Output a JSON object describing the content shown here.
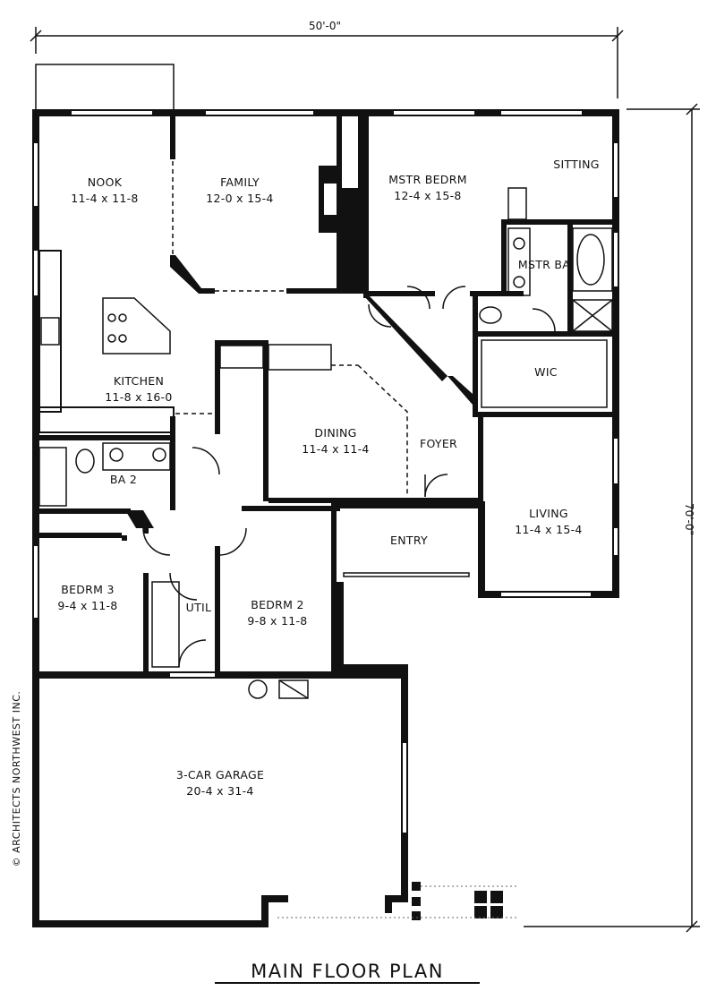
{
  "dimensions": {
    "width": "50'-0\"",
    "depth": "70'-0\""
  },
  "title": "MAIN FLOOR PLAN",
  "copyright": "© ARCHITECTS NORTHWEST INC.",
  "rooms": {
    "nook": {
      "name": "NOOK",
      "size": "11-4 x 11-8"
    },
    "family": {
      "name": "FAMILY",
      "size": "12-0 x 15-4"
    },
    "master_bedroom": {
      "name": "MSTR BEDRM",
      "size": "12-4 x 15-8"
    },
    "sitting": {
      "name": "SITTING"
    },
    "master_bath": {
      "name": "MSTR BA"
    },
    "kitchen": {
      "name": "KITCHEN",
      "size": "11-8 x 16-0"
    },
    "wic": {
      "name": "WIC"
    },
    "dining": {
      "name": "DINING",
      "size": "11-4 x 11-4"
    },
    "foyer": {
      "name": "FOYER"
    },
    "bath2": {
      "name": "BA 2"
    },
    "living": {
      "name": "LIVING",
      "size": "11-4 x 15-4"
    },
    "entry": {
      "name": "ENTRY"
    },
    "bedroom3": {
      "name": "BEDRM 3",
      "size": "9-4 x 11-8"
    },
    "util": {
      "name": "UTIL"
    },
    "bedroom2": {
      "name": "BEDRM 2",
      "size": "9-8 x 11-8"
    },
    "garage": {
      "name": "3-CAR GARAGE",
      "size": "20-4 x 31-4"
    }
  }
}
